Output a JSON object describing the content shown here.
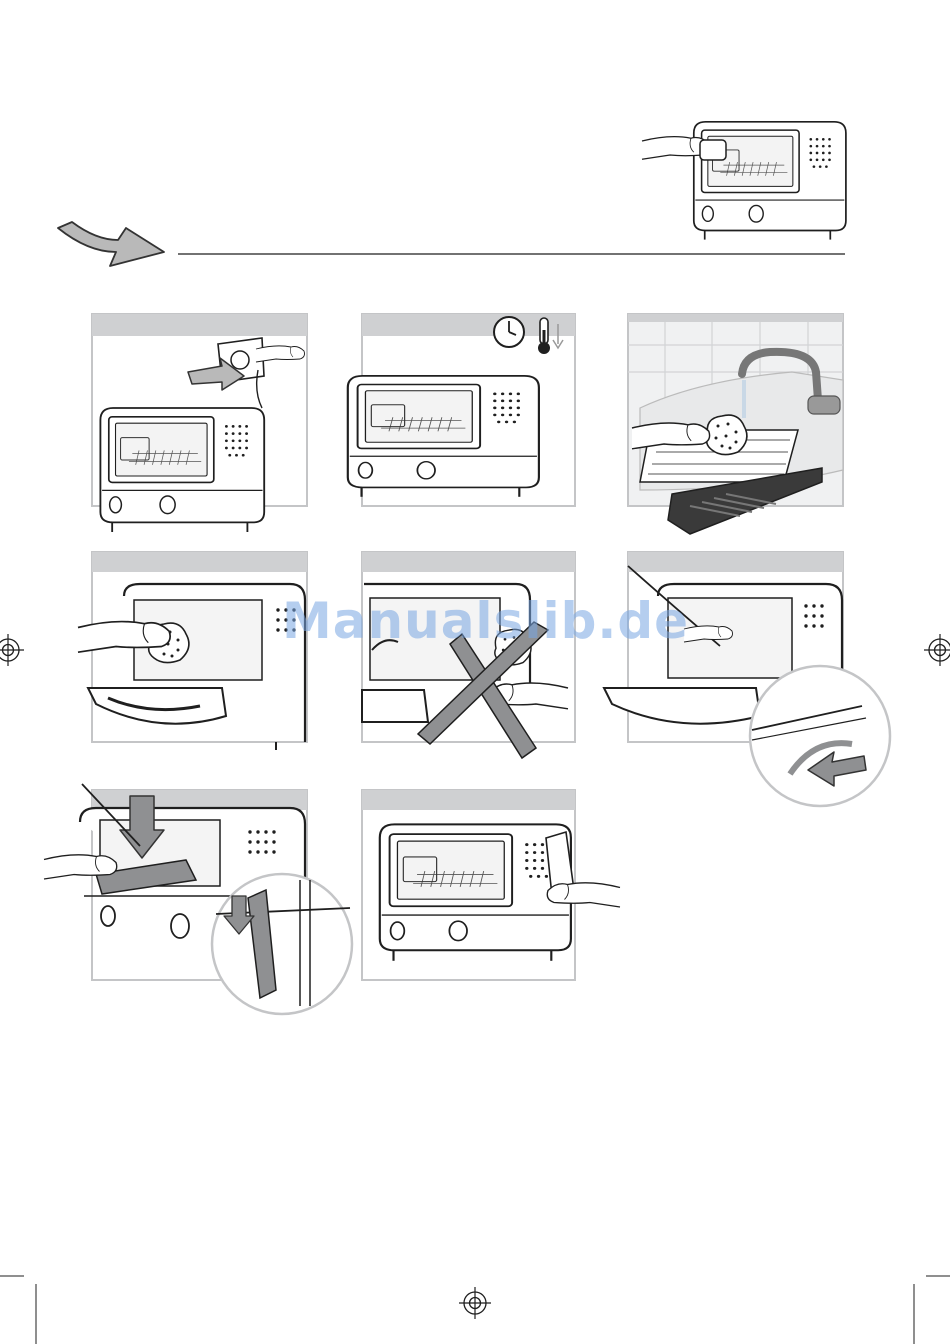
{
  "watermark": {
    "text": "Manualslib.de"
  },
  "colors": {
    "panel_header": "#cfd0d2",
    "panel_border": "#c4c5c7",
    "line": "#1f1f1f",
    "arrow_fill": "#b9b9b9",
    "watermark": "#78a5e1",
    "tile_bg": "#f0f1f2"
  },
  "icons": [
    "arrow-right-icon",
    "timer-icon",
    "thermometer-icon",
    "registration-mark-icon",
    "cross-out-icon"
  ],
  "steps": [
    {
      "name": "step-unplug"
    },
    {
      "name": "step-cool-down"
    },
    {
      "name": "step-wash-accessories"
    },
    {
      "name": "step-wipe-interior"
    },
    {
      "name": "step-no-abrasive"
    },
    {
      "name": "step-remove-crumb-tray"
    },
    {
      "name": "step-clean-crumb-tray"
    },
    {
      "name": "step-wipe-exterior"
    }
  ]
}
